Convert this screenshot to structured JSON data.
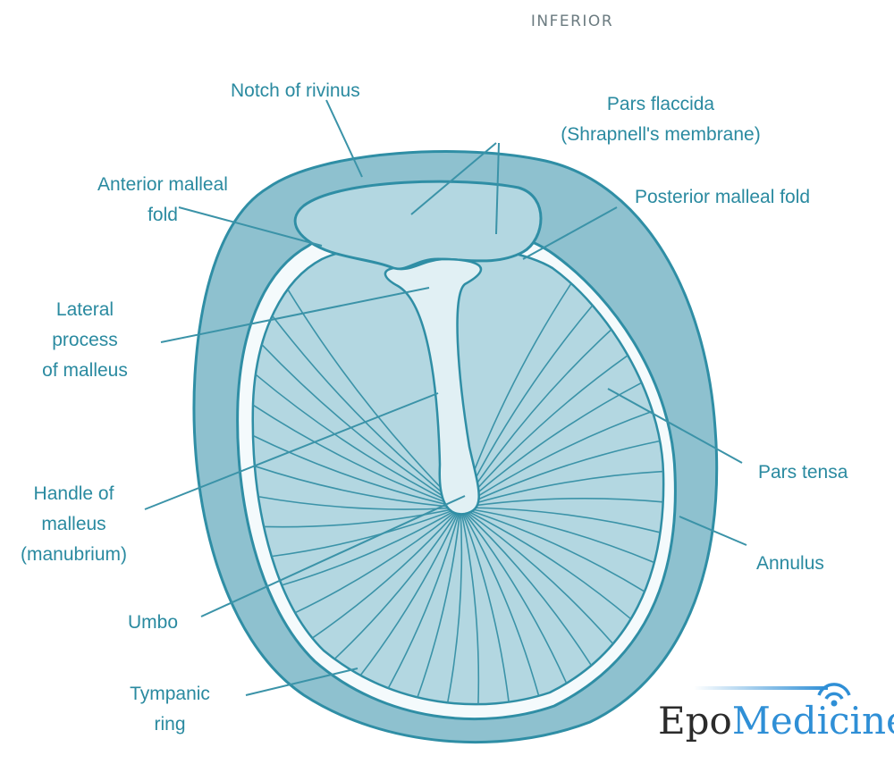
{
  "orientation_label": "INFERIOR",
  "labels": {
    "notch": "Notch of rivinus",
    "pars_flaccida": [
      "Pars flaccida",
      "(Shrapnell's membrane)"
    ],
    "anterior_fold": [
      "Anterior malleal",
      "fold"
    ],
    "posterior_fold": "Posterior malleal fold",
    "lateral_process": [
      "Lateral",
      "process",
      "of malleus"
    ],
    "handle": [
      "Handle of",
      "malleus",
      "(manubrium)"
    ],
    "umbo": "Umbo",
    "tympanic_ring": [
      "Tympanic",
      "ring"
    ],
    "pars_tensa": "Pars tensa",
    "annulus": "Annulus"
  },
  "brand": {
    "part1": "Epo",
    "part2": "Medicine"
  },
  "colors": {
    "label": "#2a8aa0",
    "outer_ring": "#8ec1cf",
    "outline": "#2f8ea5",
    "membrane": "#b3d7e1",
    "malleus": "#e1f0f4",
    "brand_dark": "#2b2b2b",
    "brand_blue": "#2f8fd6"
  }
}
